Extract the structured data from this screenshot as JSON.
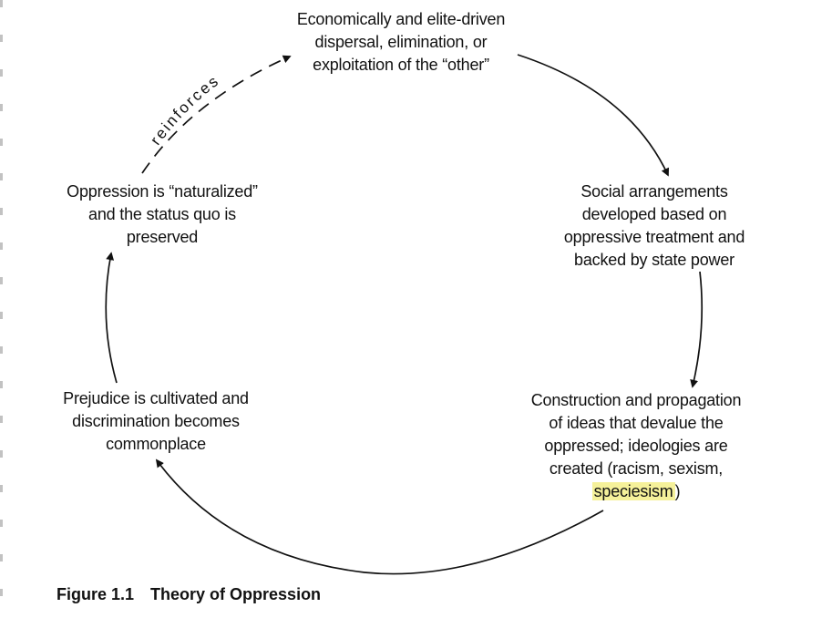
{
  "nodes": {
    "top": {
      "lines": [
        "Economically and elite-driven",
        "dispersal, elimination, or",
        "exploitation of the “other”"
      ]
    },
    "right": {
      "lines": [
        "Social arrangements",
        "developed based on",
        "oppressive treatment and",
        "backed by state power"
      ]
    },
    "bottom_right": {
      "lines": [
        "Construction and propagation",
        "of ideas that devalue the",
        "oppressed; ideologies are",
        "created (racism, sexism,"
      ],
      "highlighted_word": "speciesism",
      "closing": ")"
    },
    "left": {
      "lines": [
        "Prejudice is cultivated and",
        "discrimination becomes",
        "commonplace"
      ]
    },
    "top_left": {
      "lines": [
        "Oppression is “naturalized”",
        "and the status quo is",
        "preserved"
      ]
    }
  },
  "edge_label": "reinforces",
  "caption": {
    "number": "Figure 1.1",
    "title": "Theory of Oppression"
  },
  "colors": {
    "text": "#111111",
    "highlight": "#f5f19a"
  }
}
